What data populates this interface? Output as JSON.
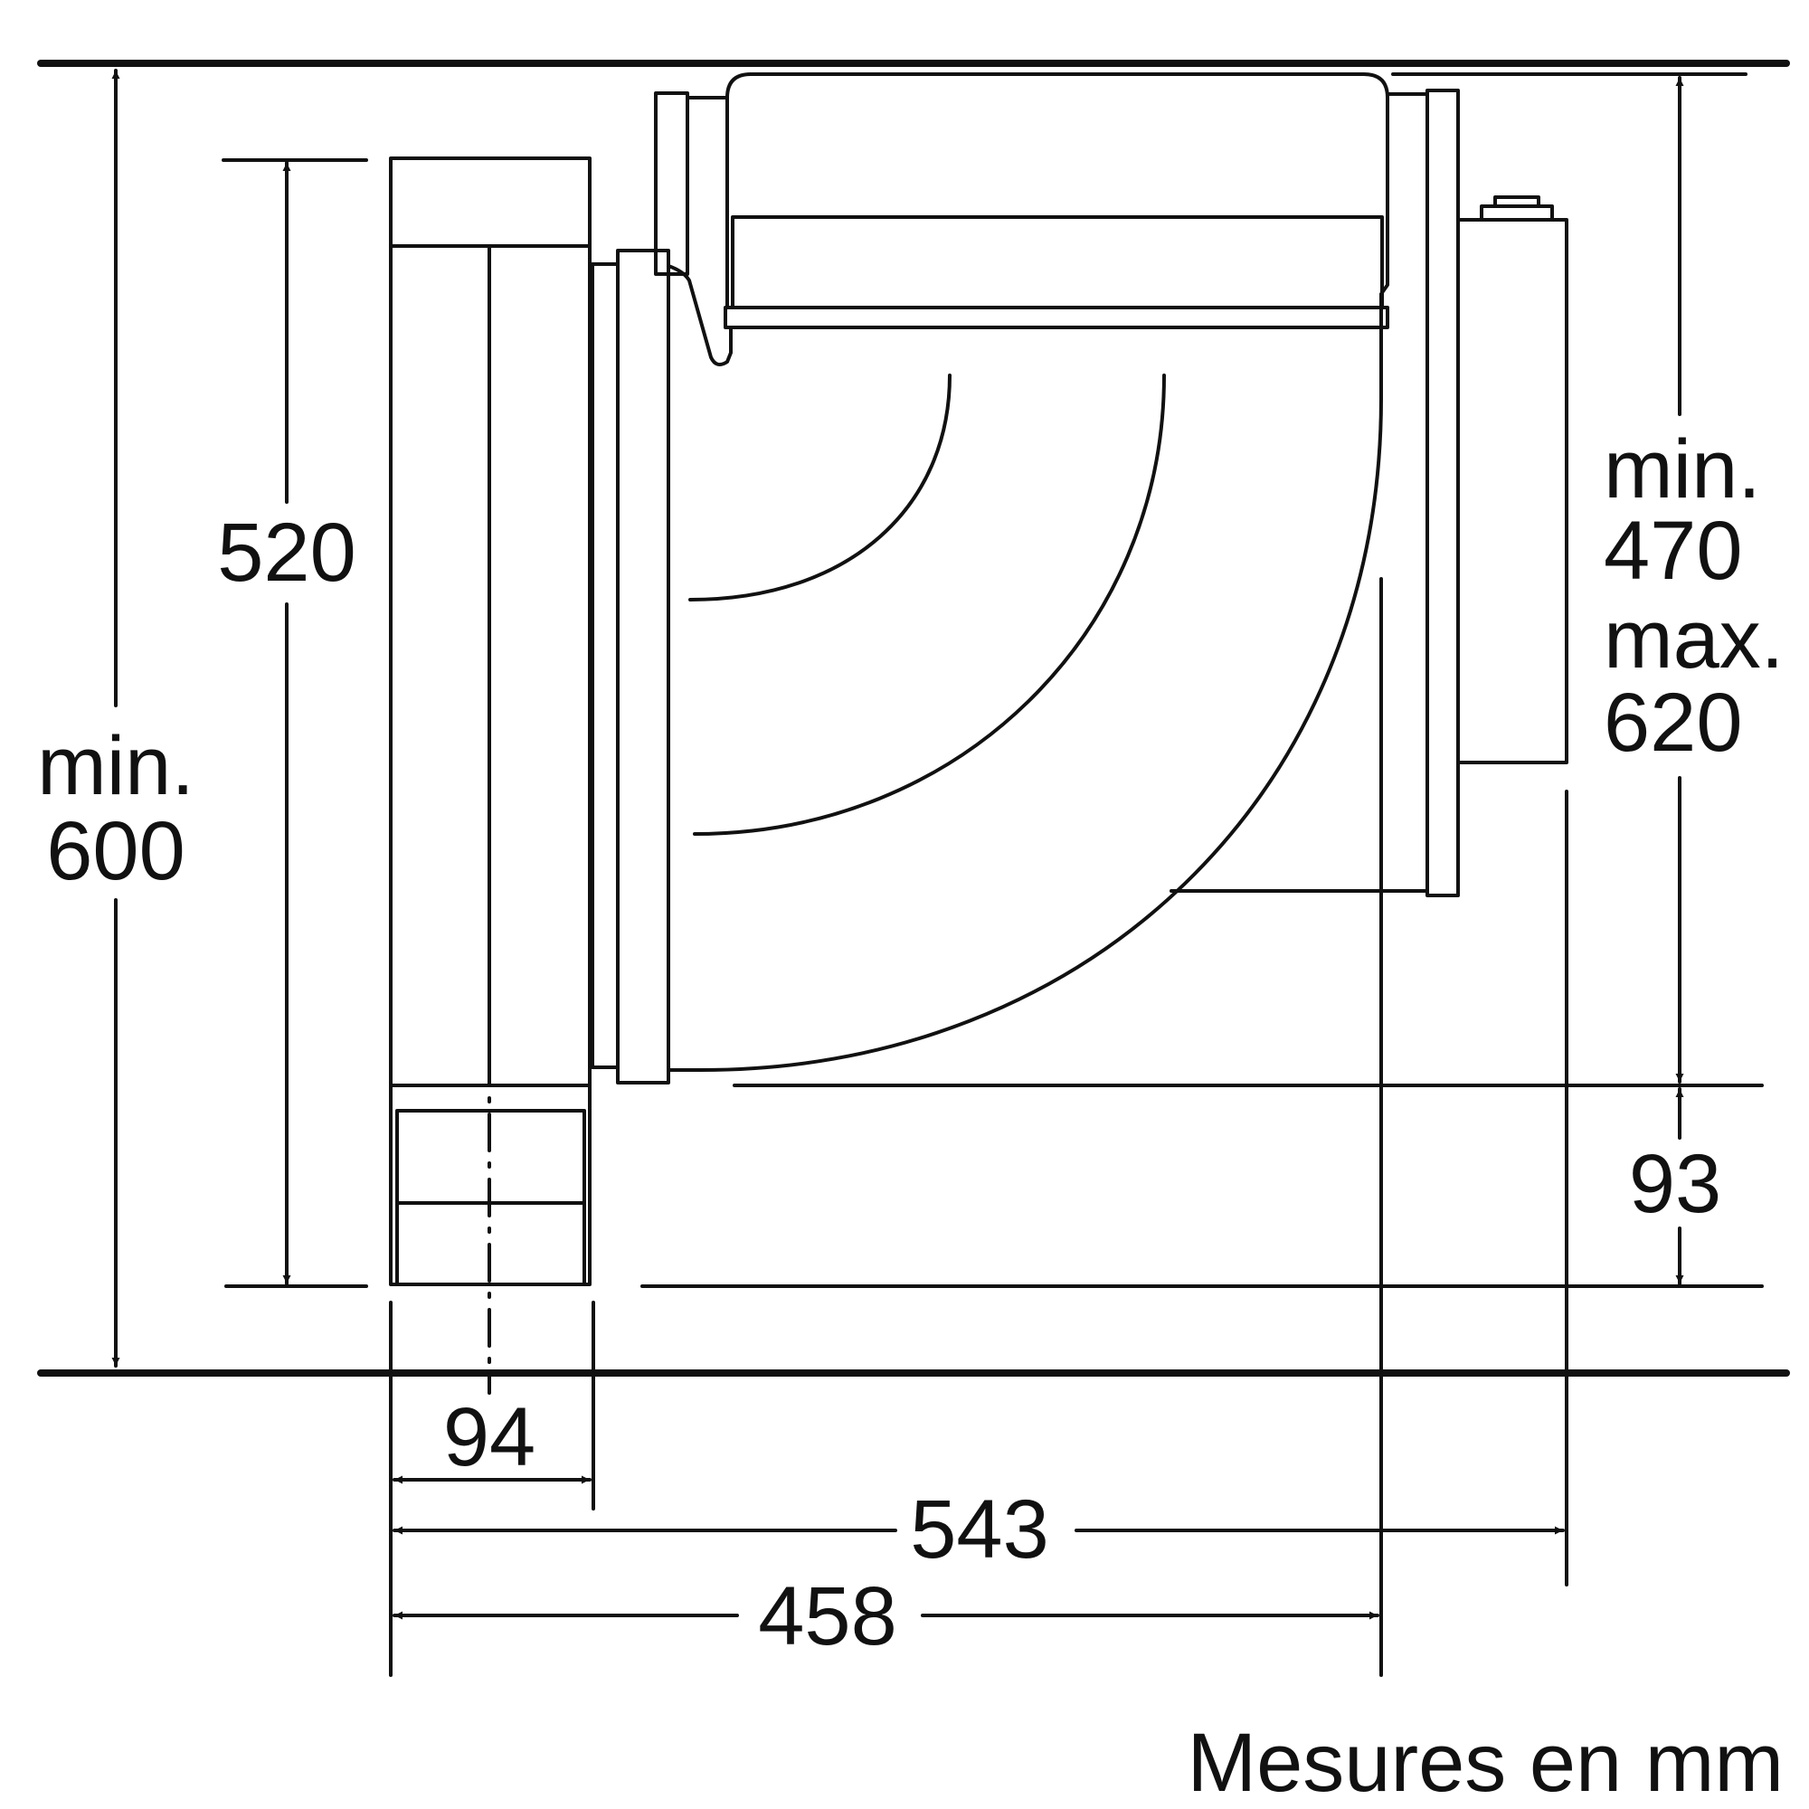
{
  "diagram": {
    "dimensions": {
      "overall_height": {
        "line1": "min.",
        "line2": "600"
      },
      "unit_height": "520",
      "duct_height": {
        "line1": "min.",
        "line2": "470",
        "line3": "max.",
        "line4": "620"
      },
      "bottom_gap": "93",
      "front_depth": "94",
      "total_depth": "543",
      "cutout_depth": "458"
    },
    "caption": "Mesures en mm"
  }
}
